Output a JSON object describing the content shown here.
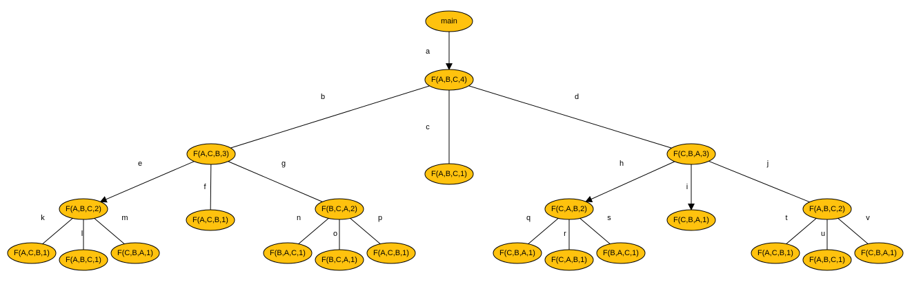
{
  "colors": {
    "node_fill": "#FFC20E",
    "node_stroke": "#000000",
    "edge": "#000000",
    "background": "#FFFFFF"
  },
  "nodes": {
    "main": "main",
    "n1": "F(A,B,C,4)",
    "n2": "F(A,C,B,3)",
    "n3": "F(A,B,C,1)",
    "n4": "F(C,B,A,3)",
    "n5": "F(A,B,C,2)",
    "n6": "F(A,C,B,1)",
    "n7": "F(B,C,A,2)",
    "n8": "F(C,A,B,2)",
    "n9": "F(C,B,A,1)",
    "n10": "F(A,B,C,2)",
    "n11": "F(A,C,B,1)",
    "n12": "F(A,B,C,1)",
    "n13": "F(C,B,A,1)",
    "n14": "F(B,A,C,1)",
    "n15": "F(B,C,A,1)",
    "n16": "F(A,C,B,1)",
    "n17": "F(C,B,A,1)",
    "n18": "F(C,A,B,1)",
    "n19": "F(B,A,C,1)",
    "n20": "F(A,C,B,1)",
    "n21": "F(A,B,C,1)",
    "n22": "F(C,B,A,1)"
  },
  "edges": [
    {
      "label": "a",
      "from": "main",
      "to": "n1",
      "arrow": true
    },
    {
      "label": "b",
      "from": "n1",
      "to": "n2",
      "arrow": false
    },
    {
      "label": "c",
      "from": "n1",
      "to": "n3",
      "arrow": false
    },
    {
      "label": "d",
      "from": "n1",
      "to": "n4",
      "arrow": false
    },
    {
      "label": "e",
      "from": "n2",
      "to": "n5",
      "arrow": true
    },
    {
      "label": "f",
      "from": "n2",
      "to": "n6",
      "arrow": false
    },
    {
      "label": "g",
      "from": "n2",
      "to": "n7",
      "arrow": false
    },
    {
      "label": "h",
      "from": "n4",
      "to": "n8",
      "arrow": true
    },
    {
      "label": "i",
      "from": "n4",
      "to": "n9",
      "arrow": true
    },
    {
      "label": "j",
      "from": "n4",
      "to": "n10",
      "arrow": false
    },
    {
      "label": "k",
      "from": "n5",
      "to": "n11",
      "arrow": false
    },
    {
      "label": "l",
      "from": "n5",
      "to": "n12",
      "arrow": false
    },
    {
      "label": "m",
      "from": "n5",
      "to": "n13",
      "arrow": false
    },
    {
      "label": "n",
      "from": "n7",
      "to": "n14",
      "arrow": false
    },
    {
      "label": "o",
      "from": "n7",
      "to": "n15",
      "arrow": false
    },
    {
      "label": "p",
      "from": "n7",
      "to": "n16",
      "arrow": false
    },
    {
      "label": "q",
      "from": "n8",
      "to": "n17",
      "arrow": false
    },
    {
      "label": "r",
      "from": "n8",
      "to": "n18",
      "arrow": false
    },
    {
      "label": "s",
      "from": "n8",
      "to": "n19",
      "arrow": false
    },
    {
      "label": "t",
      "from": "n10",
      "to": "n20",
      "arrow": false
    },
    {
      "label": "u",
      "from": "n10",
      "to": "n21",
      "arrow": false
    },
    {
      "label": "v",
      "from": "n10",
      "to": "n22",
      "arrow": false
    }
  ]
}
